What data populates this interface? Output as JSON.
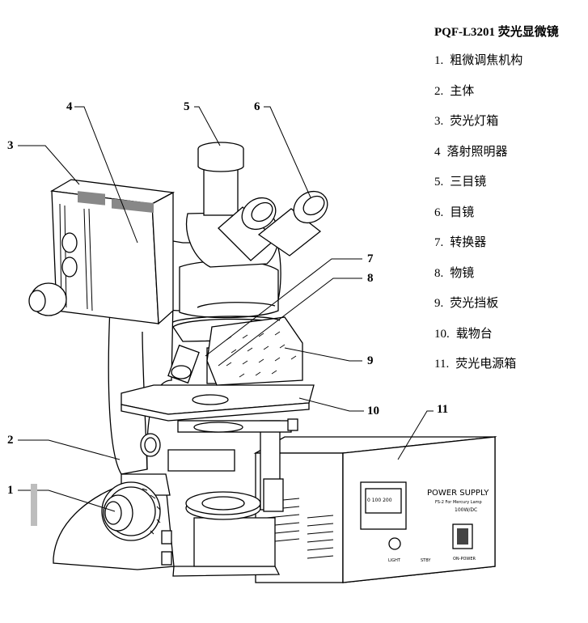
{
  "title": "PQF-L3201 荧光显微镜",
  "parts": [
    {
      "num": "1.",
      "label": "粗微调焦机构"
    },
    {
      "num": "2.",
      "label": "主体"
    },
    {
      "num": "3.",
      "label": "荧光灯箱"
    },
    {
      "num": "4",
      "label": "落射照明器"
    },
    {
      "num": "5.",
      "label": "三目镜"
    },
    {
      "num": "6.",
      "label": "目镜"
    },
    {
      "num": "7.",
      "label": "转换器"
    },
    {
      "num": "8.",
      "label": "物镜"
    },
    {
      "num": "9.",
      "label": "荧光挡板"
    },
    {
      "num": "10.",
      "label": "载物台"
    },
    {
      "num": "11.",
      "label": "荧光电源箱"
    }
  ],
  "callouts": [
    "1",
    "2",
    "3",
    "4",
    "5",
    "6",
    "7",
    "8",
    "9",
    "10",
    "11"
  ],
  "power_box": {
    "panel_title": "POWER  SUPPLY",
    "panel_sub": "FS-2  For Mercury Lamp",
    "panel_spec": "100W/DC",
    "meter_text": "0 100 200",
    "knob_label": "LIGHT",
    "stby_label": "STBY",
    "switch_label": "ON-POWER"
  },
  "colors": {
    "line": "#000000",
    "background": "#ffffff",
    "shade": "#bdbdbd"
  }
}
